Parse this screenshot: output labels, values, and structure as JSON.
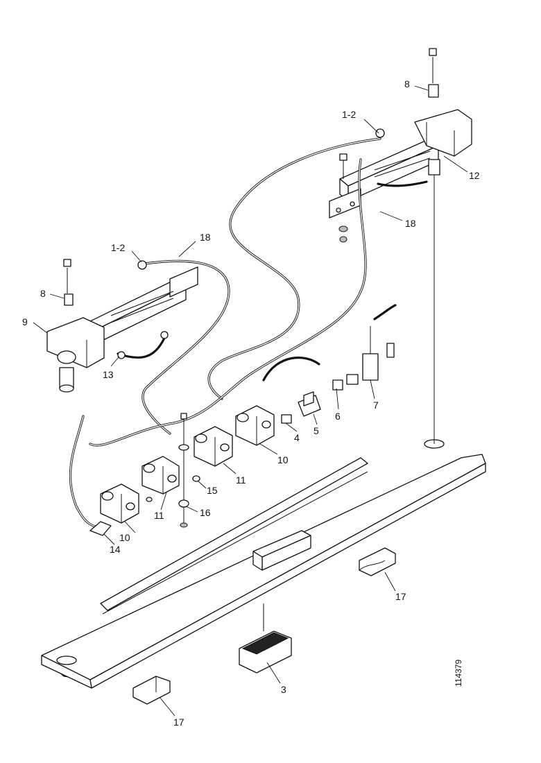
{
  "figure_id": "114379",
  "callouts": {
    "c1": "1-2",
    "c2": "8",
    "c3": "12",
    "c4": "18",
    "c5": "1-2",
    "c6": "18",
    "c7": "8",
    "c8": "9",
    "c9": "13",
    "c10": "7",
    "c11": "6",
    "c12": "5",
    "c13": "4",
    "c14": "10",
    "c15": "11",
    "c16": "15",
    "c17": "11",
    "c18": "16",
    "c19": "10",
    "c20": "14",
    "c21": "17",
    "c22": "3",
    "c23": "17"
  }
}
